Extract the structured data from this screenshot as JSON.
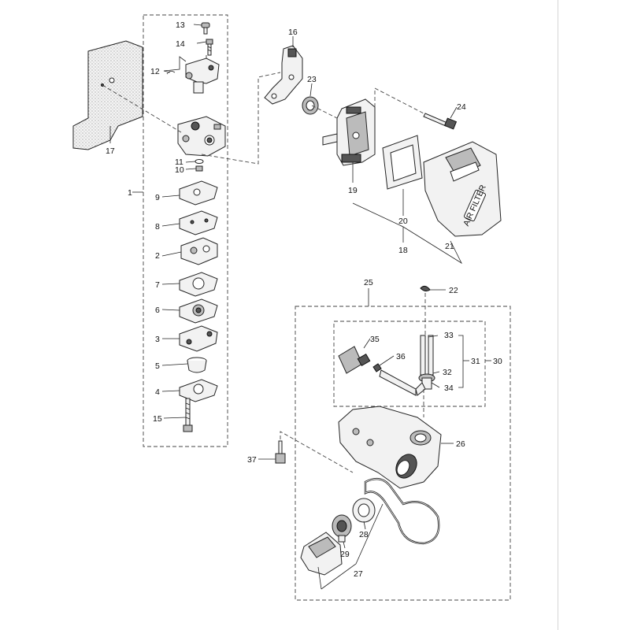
{
  "diagram": {
    "parts": [
      {
        "id": "p1",
        "number": "1"
      },
      {
        "id": "p2",
        "number": "2"
      },
      {
        "id": "p3",
        "number": "3"
      },
      {
        "id": "p4",
        "number": "4"
      },
      {
        "id": "p5",
        "number": "5"
      },
      {
        "id": "p6",
        "number": "6"
      },
      {
        "id": "p7",
        "number": "7"
      },
      {
        "id": "p8",
        "number": "8"
      },
      {
        "id": "p9",
        "number": "9"
      },
      {
        "id": "p10",
        "number": "10"
      },
      {
        "id": "p11",
        "number": "11"
      },
      {
        "id": "p12",
        "number": "12"
      },
      {
        "id": "p13",
        "number": "13"
      },
      {
        "id": "p14",
        "number": "14"
      },
      {
        "id": "p15",
        "number": "15"
      },
      {
        "id": "p16",
        "number": "16"
      },
      {
        "id": "p17",
        "number": "17"
      },
      {
        "id": "p18",
        "number": "18"
      },
      {
        "id": "p19",
        "number": "19"
      },
      {
        "id": "p20",
        "number": "20"
      },
      {
        "id": "p21",
        "number": "21"
      },
      {
        "id": "p22",
        "number": "22"
      },
      {
        "id": "p23",
        "number": "23"
      },
      {
        "id": "p24",
        "number": "24"
      },
      {
        "id": "p25",
        "number": "25"
      },
      {
        "id": "p26",
        "number": "26"
      },
      {
        "id": "p27",
        "number": "27"
      },
      {
        "id": "p28",
        "number": "28"
      },
      {
        "id": "p29",
        "number": "29"
      },
      {
        "id": "p30",
        "number": "30"
      },
      {
        "id": "p31",
        "number": "31"
      },
      {
        "id": "p32",
        "number": "32"
      },
      {
        "id": "p33",
        "number": "33"
      },
      {
        "id": "p34",
        "number": "34"
      },
      {
        "id": "p35",
        "number": "35"
      },
      {
        "id": "p36",
        "number": "36"
      },
      {
        "id": "p37",
        "number": "37"
      }
    ],
    "air_filter_cover_text": "AIR FILTER"
  }
}
